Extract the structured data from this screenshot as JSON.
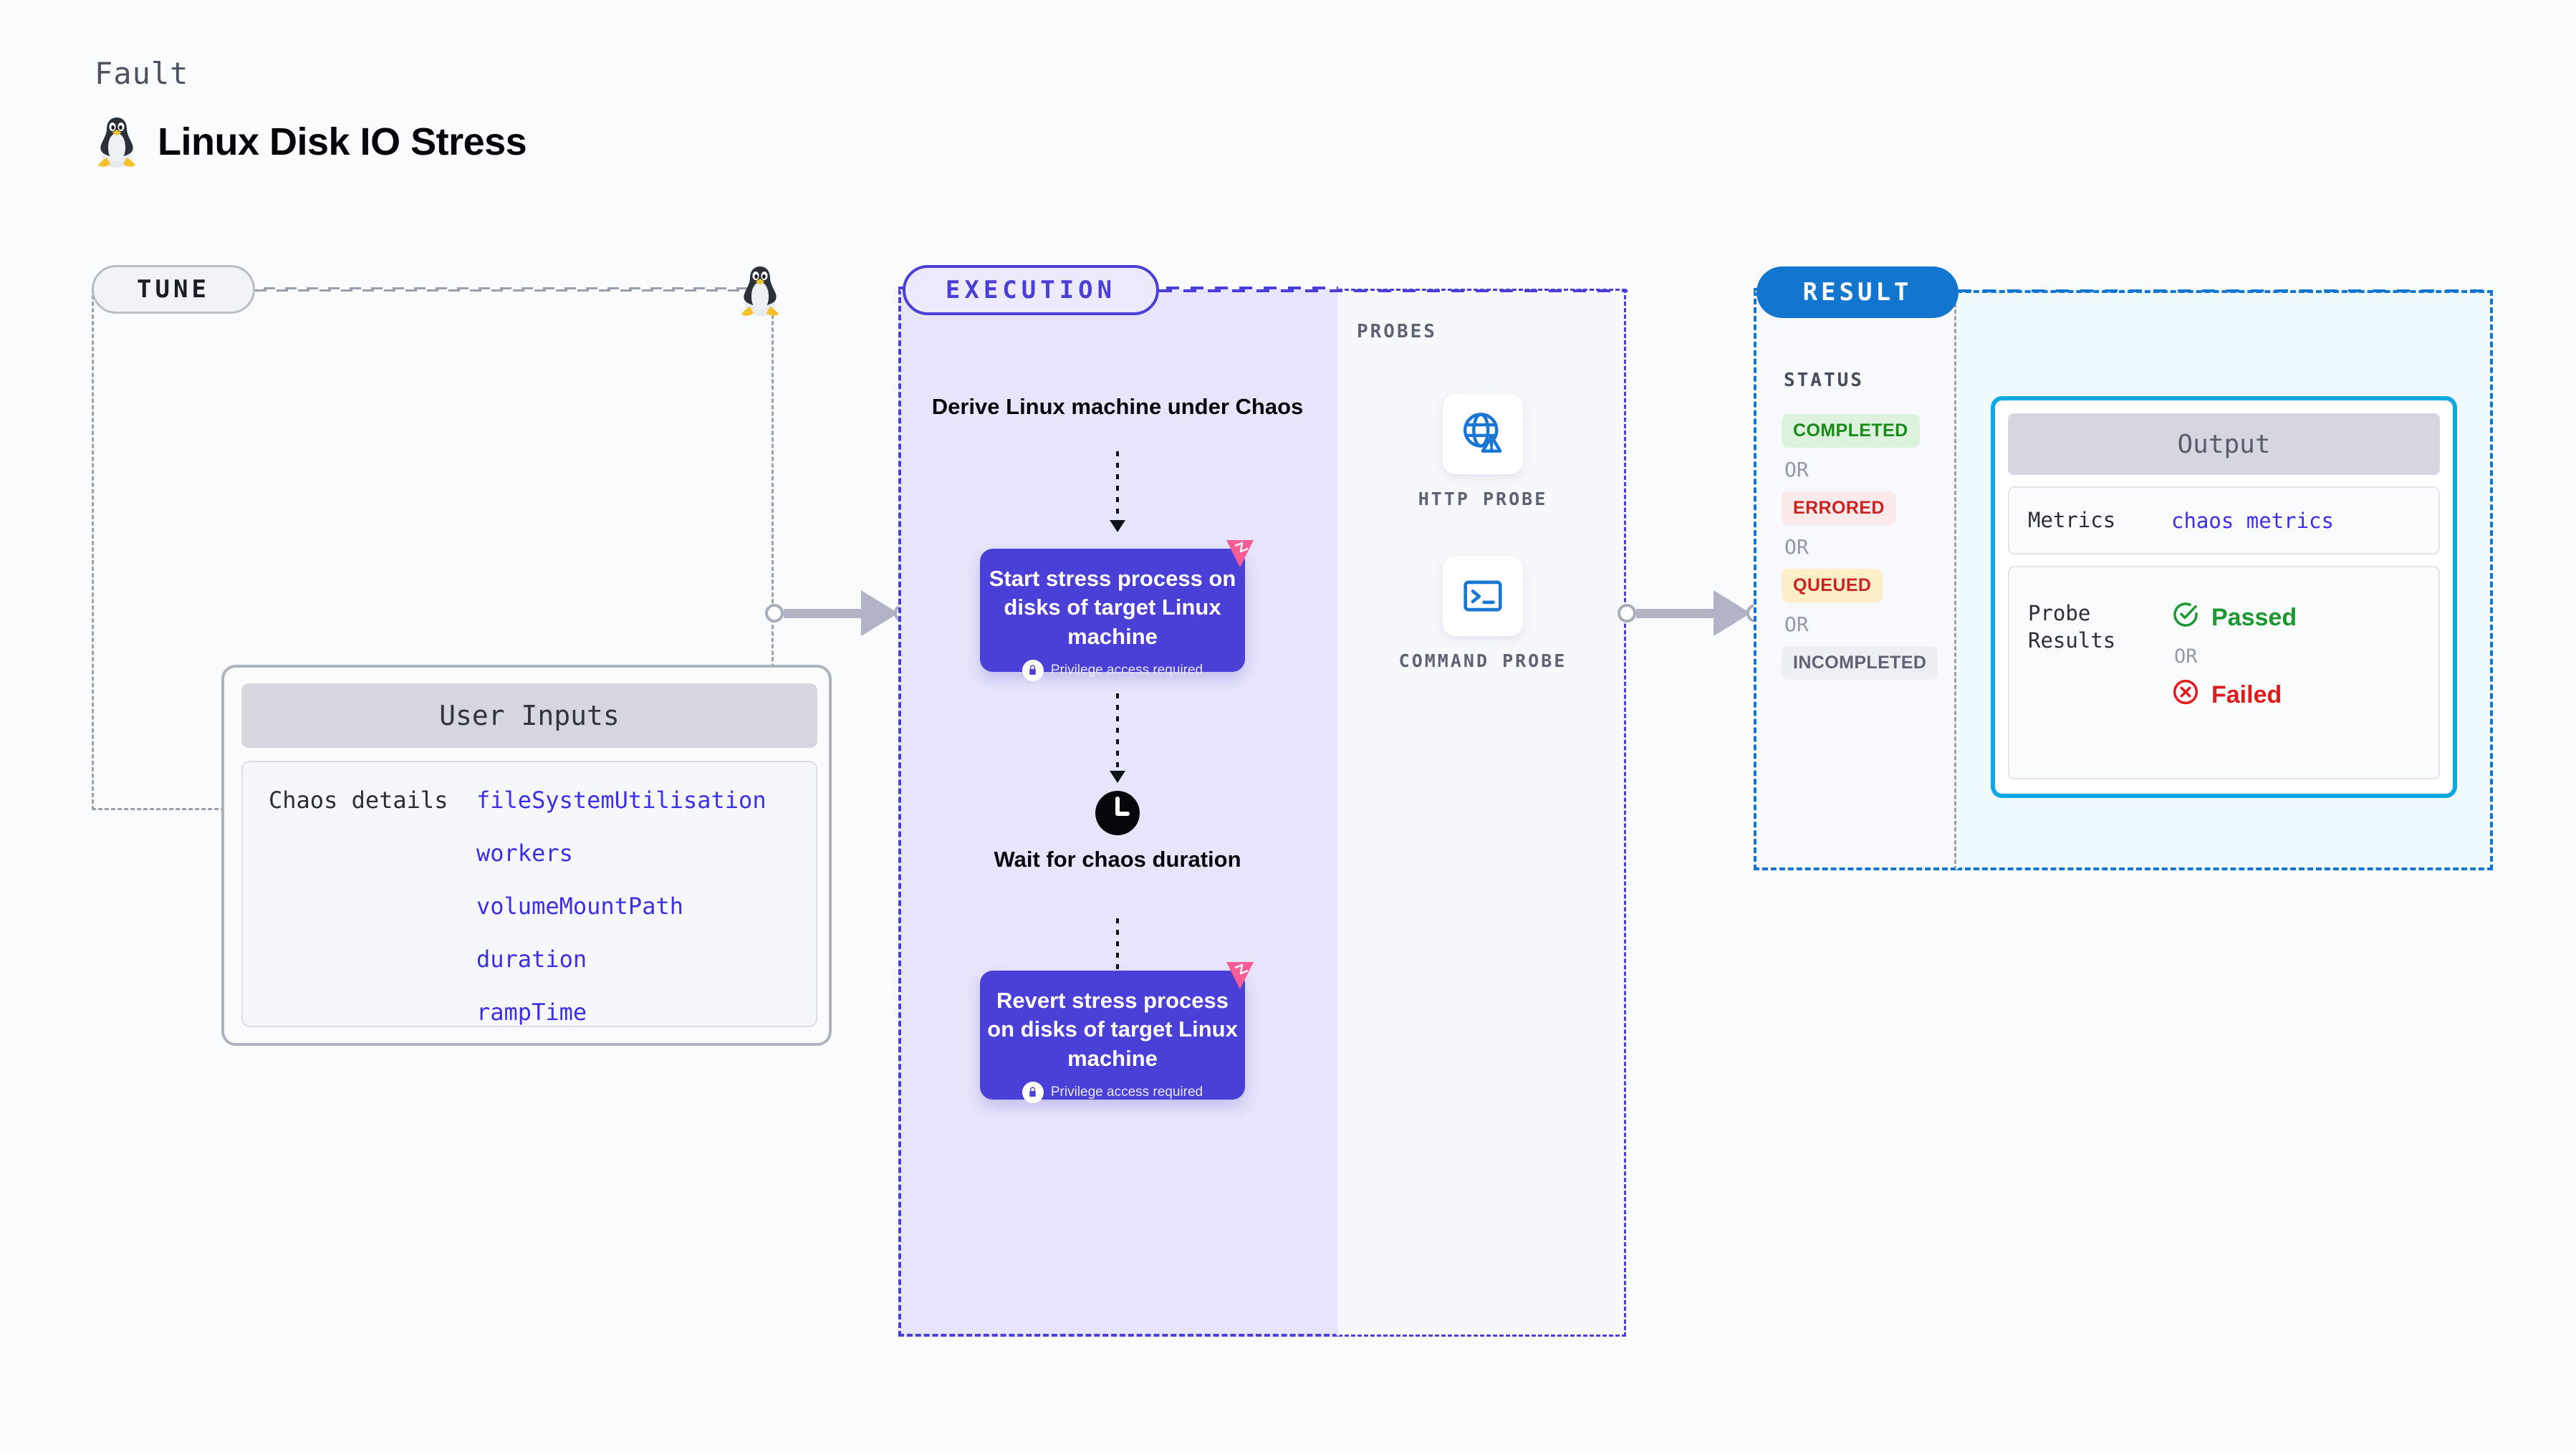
{
  "header": {
    "kicker": "Fault",
    "title": "Linux Disk IO Stress",
    "icon": "tux-penguin-icon"
  },
  "tune": {
    "badge": "TUNE",
    "card_title": "User Inputs",
    "details_label": "Chaos details",
    "params": [
      "fileSystemUtilisation",
      "workers",
      "volumeMountPath",
      "duration",
      "rampTime"
    ]
  },
  "execution": {
    "badge": "EXECUTION",
    "derive_label": "Derive Linux machine under Chaos",
    "node_start": {
      "title": "Start stress process on disks of target Linux machine",
      "note": "Privilege access required",
      "note_icon": "lock-icon",
      "corner_icon": "chaos-flag-icon"
    },
    "wait": {
      "icon": "clock-icon",
      "label": "Wait for chaos duration"
    },
    "node_revert": {
      "title": "Revert stress process on disks of target Linux machine",
      "note": "Privilege access required",
      "note_icon": "lock-icon",
      "corner_icon": "chaos-flag-icon"
    }
  },
  "probes": {
    "title": "PROBES",
    "items": [
      {
        "label": "HTTP PROBE",
        "icon": "globe-warning-icon"
      },
      {
        "label": "COMMAND PROBE",
        "icon": "terminal-icon"
      }
    ]
  },
  "result": {
    "badge": "RESULT",
    "status_title": "STATUS",
    "or": "OR",
    "statuses": [
      {
        "label": "COMPLETED",
        "bg": "#dcf2dc",
        "fg": "#1a8a1a"
      },
      {
        "label": "ERRORED",
        "bg": "#fceaea",
        "fg": "#cc2222"
      },
      {
        "label": "QUEUED",
        "bg": "#fcefc8",
        "fg": "#cc2222"
      },
      {
        "label": "INCOMPLETED",
        "bg": "#eeeff4",
        "fg": "#5d6373"
      }
    ],
    "output": {
      "title": "Output",
      "metrics_key": "Metrics",
      "metrics_value": "chaos metrics",
      "probe_results_key": "Probe Results",
      "passed": "Passed",
      "passed_icon": "check-circle-icon",
      "failed": "Failed",
      "failed_icon": "x-circle-icon",
      "or": "OR"
    }
  },
  "colors": {
    "execution_accent": "#4a3fd6",
    "result_accent": "#1376ce",
    "output_accent": "#10a8e0",
    "tune_accent": "#9aa0ad",
    "param_blue": "#3b2fe8",
    "flag_pink": "#fa5c96"
  }
}
